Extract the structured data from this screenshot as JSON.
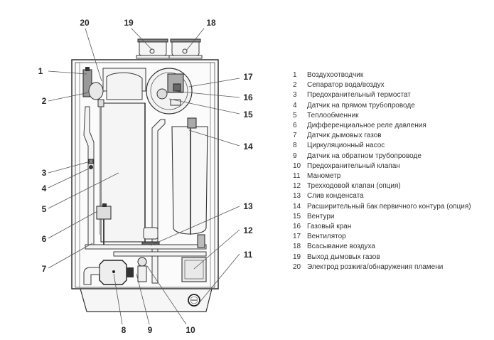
{
  "diagram": {
    "callouts": [
      "1",
      "2",
      "3",
      "4",
      "5",
      "6",
      "7",
      "8",
      "9",
      "10",
      "11",
      "12",
      "13",
      "14",
      "15",
      "16",
      "17",
      "18",
      "19",
      "20"
    ]
  },
  "legend": {
    "items": [
      {
        "num": "1",
        "text": "Воздухоотводчик"
      },
      {
        "num": "2",
        "text": "Сепаратор вода/воздух"
      },
      {
        "num": "3",
        "text": "Предохранительный термостат"
      },
      {
        "num": "4",
        "text": "Датчик на прямом трубопроводе"
      },
      {
        "num": "5",
        "text": "Теплообменник"
      },
      {
        "num": "6",
        "text": "Дифференциальное реле давления"
      },
      {
        "num": "7",
        "text": "Датчик дымовых газов"
      },
      {
        "num": "8",
        "text": "Циркуляционный насос"
      },
      {
        "num": "9",
        "text": "Датчик на обратном трубопроводе"
      },
      {
        "num": "10",
        "text": "Предохранительный клапан"
      },
      {
        "num": "11",
        "text": "Манометр"
      },
      {
        "num": "12",
        "text": "Трехходовой клапан (опция)"
      },
      {
        "num": "13",
        "text": "Слив конденсата"
      },
      {
        "num": "14",
        "text": "Расширительный бак первичного контура (опция)"
      },
      {
        "num": "15",
        "text": "Вентури"
      },
      {
        "num": "16",
        "text": "Газовый кран"
      },
      {
        "num": "17",
        "text": "Вентилятор"
      },
      {
        "num": "18",
        "text": "Всасывание воздуха"
      },
      {
        "num": "19",
        "text": "Выход дымовых газов"
      },
      {
        "num": "20",
        "text": "Электрод розжига/обнаружения пламени"
      }
    ]
  }
}
